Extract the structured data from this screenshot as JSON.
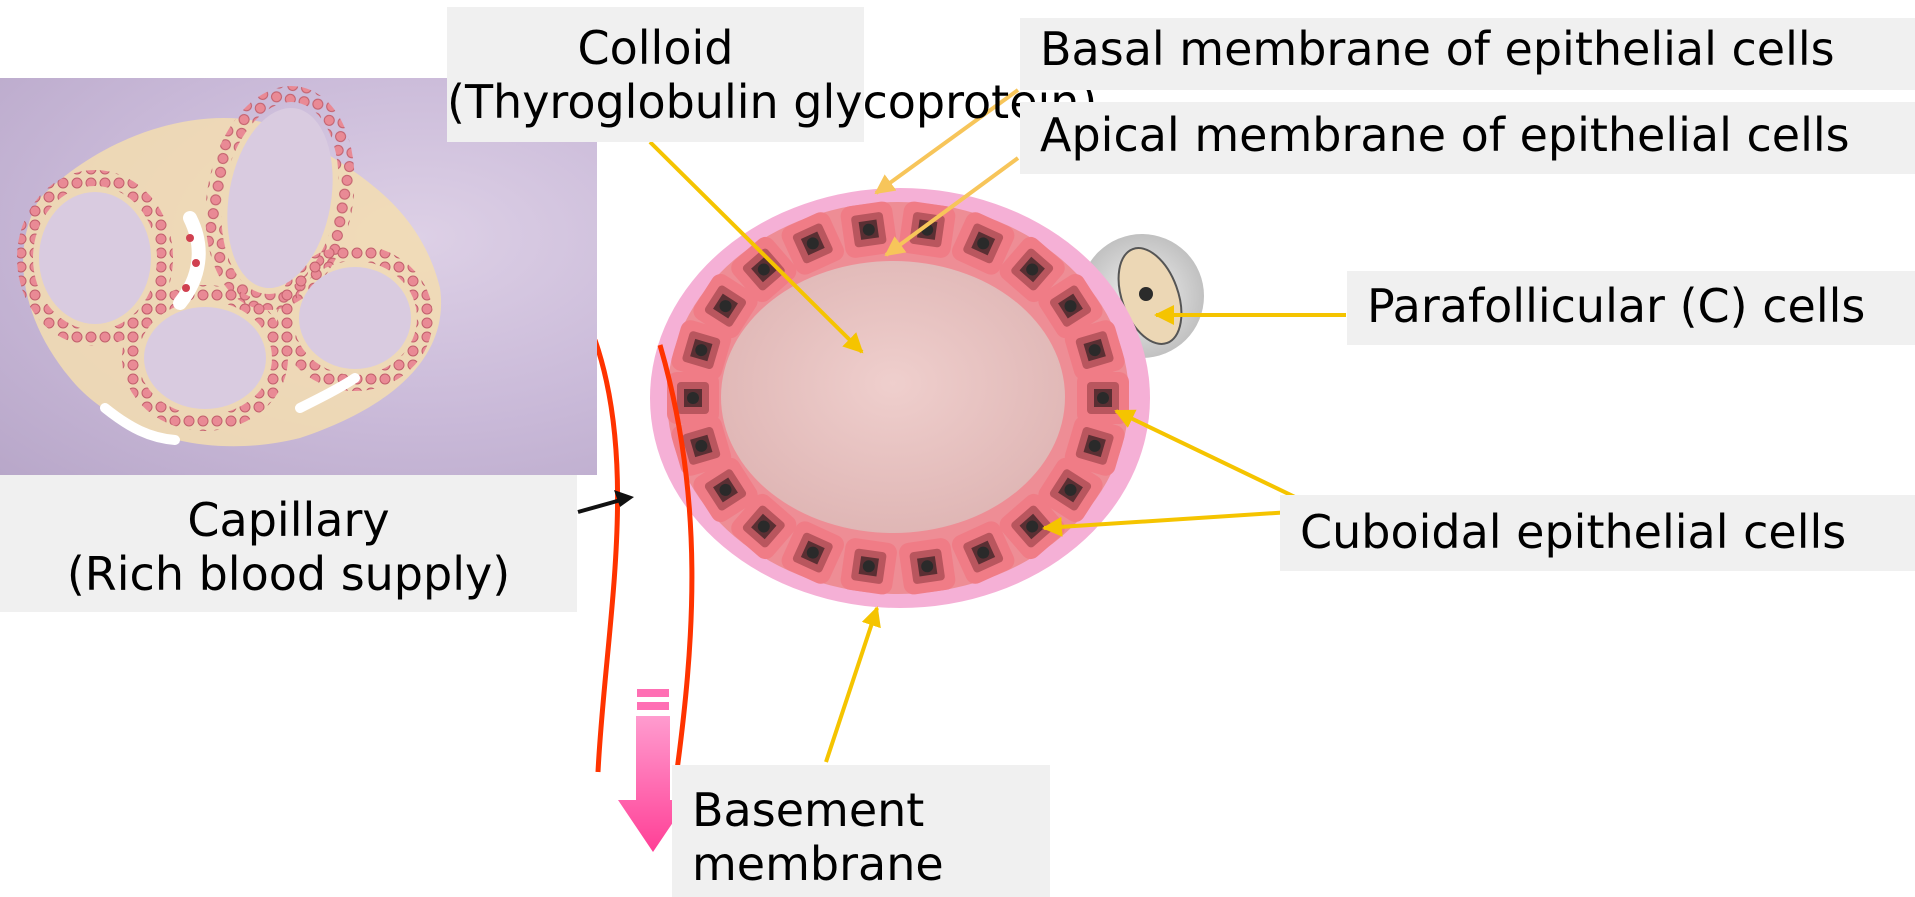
{
  "labels": {
    "colloid": {
      "line1": "Colloid",
      "line2": "(Thyroglobulin glycoprotein)"
    },
    "basal": "Basal membrane of epithelial  cells",
    "apical": "Apical membrane of epithelial  cells",
    "parafollicular": "Parafollicular  (C) cells",
    "cuboidal": "Cuboidal epithelial  cells",
    "capillary": {
      "line1": "Capillary",
      "line2": "(Rich blood supply)"
    },
    "basement": {
      "line1": "Basement",
      "line2": "membrane"
    }
  },
  "colors": {
    "pointer_arrow": "#f5c400",
    "capillary_wall": "#ff3300",
    "flow_arrow": "#ff4fa3",
    "epithelium": "#f08890",
    "colloid_fill": "#e8c3c2",
    "label_bg": "#f0f0f0"
  }
}
